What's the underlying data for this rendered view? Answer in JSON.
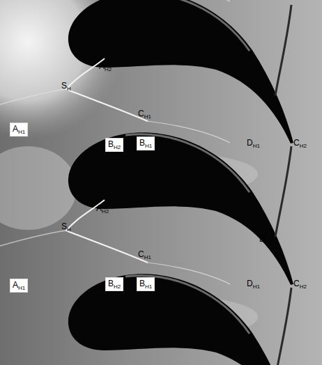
{
  "diagram": {
    "labels": [
      "AH2",
      "SH",
      "CH1",
      "AH1",
      "BH2",
      "BH1",
      "DH1",
      "CH2",
      "DH2",
      "AH2",
      "SH",
      "CH1",
      "AH1",
      "BH2",
      "BH1",
      "DH1",
      "CH2"
    ]
  }
}
